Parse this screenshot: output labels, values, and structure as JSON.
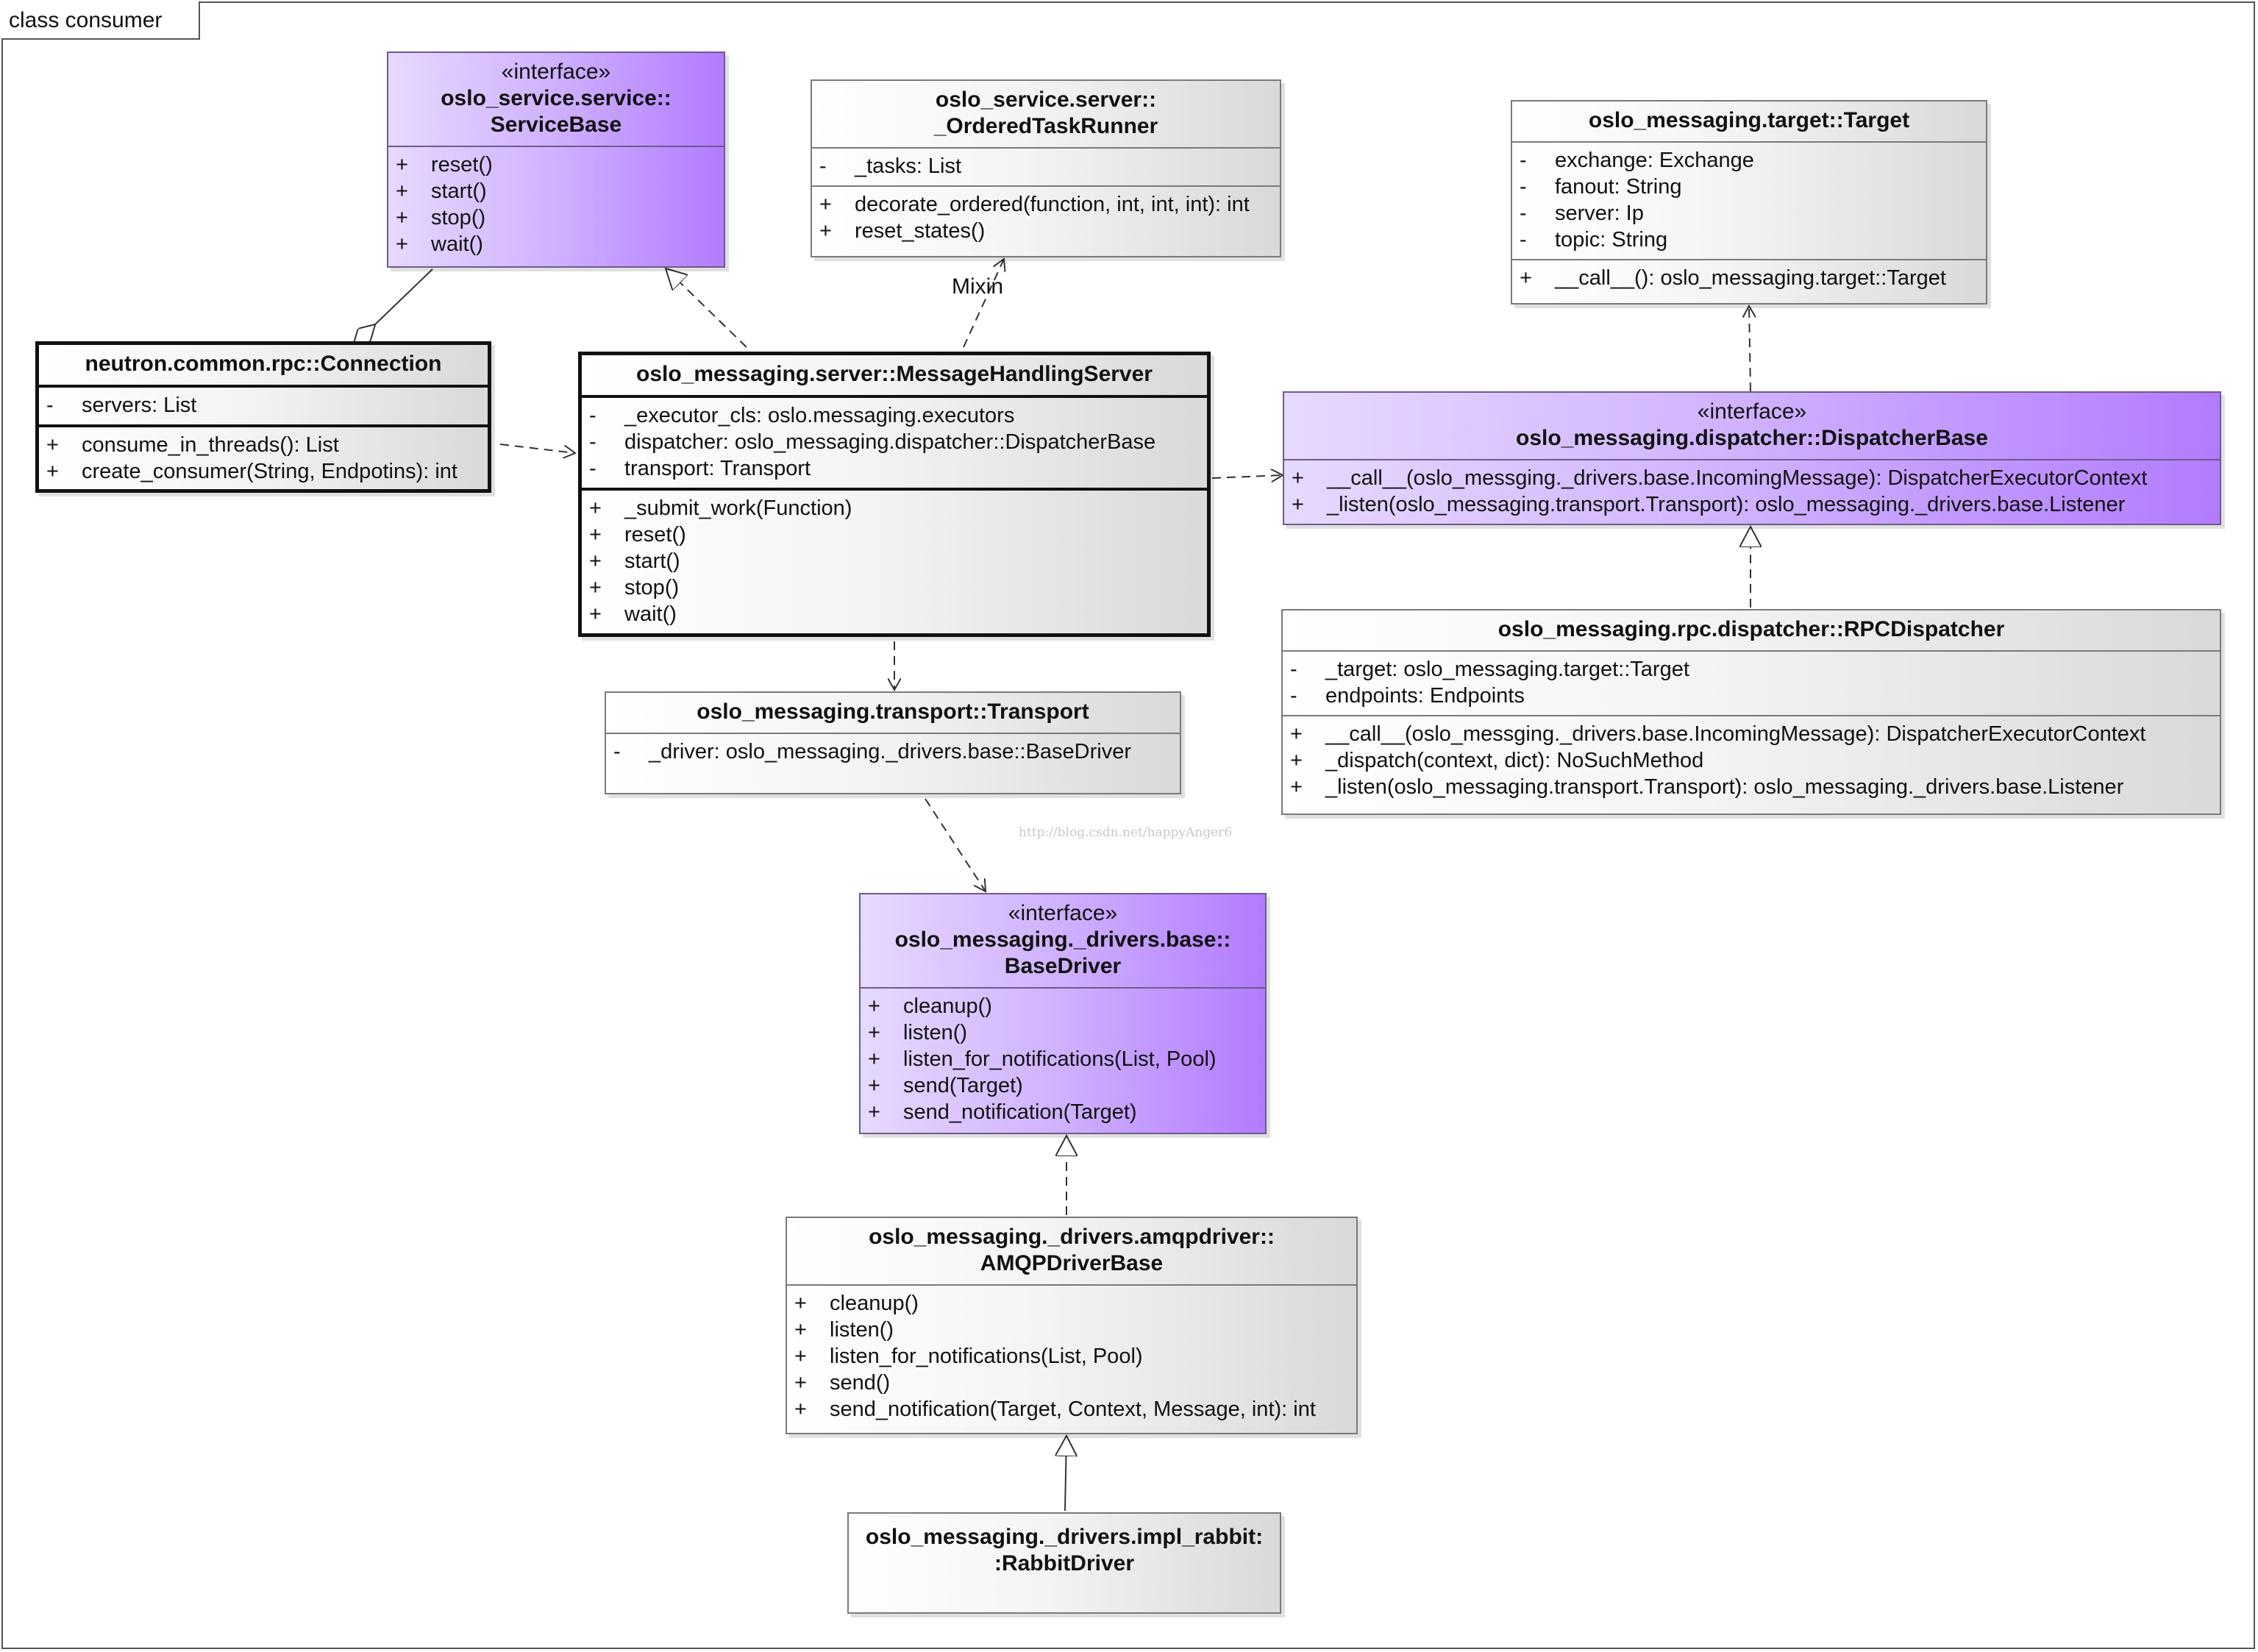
{
  "frame": {
    "title": "class consumer"
  },
  "watermark": "http://blog.csdn.net/happyAnger6",
  "classes": [
    {
      "id": "servicebase",
      "stereotype": "«interface»",
      "name": [
        "oslo_service.service::",
        "ServiceBase"
      ],
      "kind": "interface",
      "attributes": [],
      "operations": [
        {
          "vis": "+",
          "text": "reset()"
        },
        {
          "vis": "+",
          "text": "start()"
        },
        {
          "vis": "+",
          "text": "stop()"
        },
        {
          "vis": "+",
          "text": "wait()"
        }
      ]
    },
    {
      "id": "orderedtaskrunner",
      "stereotype": "",
      "name": [
        "oslo_service.server::",
        "_OrderedTaskRunner"
      ],
      "kind": "class",
      "attributes": [
        {
          "vis": "-",
          "text": "_tasks: List"
        }
      ],
      "operations": [
        {
          "vis": "+",
          "text": "decorate_ordered(function, int, int, int): int"
        },
        {
          "vis": "+",
          "text": "reset_states()"
        }
      ]
    },
    {
      "id": "target",
      "stereotype": "",
      "name": [
        "oslo_messaging.target::Target"
      ],
      "kind": "class",
      "attributes": [
        {
          "vis": "-",
          "text": "exchange: Exchange"
        },
        {
          "vis": "-",
          "text": "fanout: String"
        },
        {
          "vis": "-",
          "text": "server: Ip"
        },
        {
          "vis": "-",
          "text": "topic: String"
        }
      ],
      "operations": [
        {
          "vis": "+",
          "text": "__call__(): oslo_messaging.target::Target"
        }
      ]
    },
    {
      "id": "connection",
      "stereotype": "",
      "name": [
        "neutron.common.rpc::Connection"
      ],
      "kind": "bold",
      "attributes": [
        {
          "vis": "-",
          "text": "servers: List"
        }
      ],
      "operations": [
        {
          "vis": "+",
          "text": "consume_in_threads(): List"
        },
        {
          "vis": "+",
          "text": "create_consumer(String, Endpotins): int"
        }
      ]
    },
    {
      "id": "mhs",
      "stereotype": "",
      "name": [
        "oslo_messaging.server::MessageHandlingServer"
      ],
      "kind": "bold",
      "attributes": [
        {
          "vis": "-",
          "text": "_executor_cls: oslo.messaging.executors"
        },
        {
          "vis": "-",
          "text": "dispatcher: oslo_messaging.dispatcher::DispatcherBase"
        },
        {
          "vis": "-",
          "text": "transport: Transport"
        }
      ],
      "operations": [
        {
          "vis": "+",
          "text": "_submit_work(Function)"
        },
        {
          "vis": "+",
          "text": "reset()"
        },
        {
          "vis": "+",
          "text": "start()"
        },
        {
          "vis": "+",
          "text": "stop()"
        },
        {
          "vis": "+",
          "text": "wait()"
        }
      ]
    },
    {
      "id": "dispatcherbase",
      "stereotype": "«interface»",
      "name": [
        "oslo_messaging.dispatcher::DispatcherBase"
      ],
      "kind": "interface",
      "attributes": [],
      "operations": [
        {
          "vis": "+",
          "text": "__call__(oslo_messging._drivers.base.IncomingMessage): DispatcherExecutorContext"
        },
        {
          "vis": "+",
          "text": "_listen(oslo_messaging.transport.Transport): oslo_messaging._drivers.base.Listener"
        }
      ]
    },
    {
      "id": "rpcdispatcher",
      "stereotype": "",
      "name": [
        "oslo_messaging.rpc.dispatcher::RPCDispatcher"
      ],
      "kind": "class",
      "attributes": [
        {
          "vis": "-",
          "text": "_target: oslo_messaging.target::Target"
        },
        {
          "vis": "-",
          "text": "endpoints: Endpoints"
        }
      ],
      "operations": [
        {
          "vis": "+",
          "text": "__call__(oslo_messging._drivers.base.IncomingMessage): DispatcherExecutorContext"
        },
        {
          "vis": "+",
          "text": "_dispatch(context, dict): NoSuchMethod"
        },
        {
          "vis": "+",
          "text": "_listen(oslo_messaging.transport.Transport): oslo_messaging._drivers.base.Listener"
        }
      ]
    },
    {
      "id": "transport",
      "stereotype": "",
      "name": [
        "oslo_messaging.transport::Transport"
      ],
      "kind": "class",
      "attributes": [
        {
          "vis": "-",
          "text": "_driver: oslo_messaging._drivers.base::BaseDriver"
        }
      ],
      "operations": []
    },
    {
      "id": "basedriver",
      "stereotype": "«interface»",
      "name": [
        "oslo_messaging._drivers.base::",
        "BaseDriver"
      ],
      "kind": "interface",
      "attributes": [],
      "operations": [
        {
          "vis": "+",
          "text": "cleanup()"
        },
        {
          "vis": "+",
          "text": "listen()"
        },
        {
          "vis": "+",
          "text": "listen_for_notifications(List, Pool)"
        },
        {
          "vis": "+",
          "text": "send(Target)"
        },
        {
          "vis": "+",
          "text": "send_notification(Target)"
        }
      ]
    },
    {
      "id": "amqpdriverbase",
      "stereotype": "",
      "name": [
        "oslo_messaging._drivers.amqpdriver::",
        "AMQPDriverBase"
      ],
      "kind": "class",
      "attributes": [],
      "operations": [
        {
          "vis": "+",
          "text": "cleanup()"
        },
        {
          "vis": "+",
          "text": "listen()"
        },
        {
          "vis": "+",
          "text": "listen_for_notifications(List, Pool)"
        },
        {
          "vis": "+",
          "text": "send()"
        },
        {
          "vis": "+",
          "text": "send_notification(Target, Context, Message, int): int"
        }
      ]
    },
    {
      "id": "rabbitdriver",
      "stereotype": "",
      "name": [
        "oslo_messaging._drivers.impl_rabbit:",
        ":RabbitDriver"
      ],
      "kind": "class",
      "attributes": [],
      "operations": []
    }
  ],
  "relations": [
    {
      "from": "connection",
      "to": "servicebase",
      "type": "aggregation"
    },
    {
      "from": "mhs",
      "to": "servicebase",
      "type": "realization"
    },
    {
      "from": "mhs",
      "to": "orderedtaskrunner",
      "type": "dependency",
      "label": "Mixin"
    },
    {
      "from": "connection",
      "to": "mhs",
      "type": "dependency"
    },
    {
      "from": "mhs",
      "to": "dispatcherbase",
      "type": "dependency"
    },
    {
      "from": "dispatcherbase",
      "to": "target",
      "type": "dependency"
    },
    {
      "from": "rpcdispatcher",
      "to": "dispatcherbase",
      "type": "realization"
    },
    {
      "from": "mhs",
      "to": "transport",
      "type": "dependency"
    },
    {
      "from": "transport",
      "to": "basedriver",
      "type": "dependency"
    },
    {
      "from": "amqpdriverbase",
      "to": "basedriver",
      "type": "realization"
    },
    {
      "from": "rabbitdriver",
      "to": "amqpdriverbase",
      "type": "generalization"
    }
  ]
}
